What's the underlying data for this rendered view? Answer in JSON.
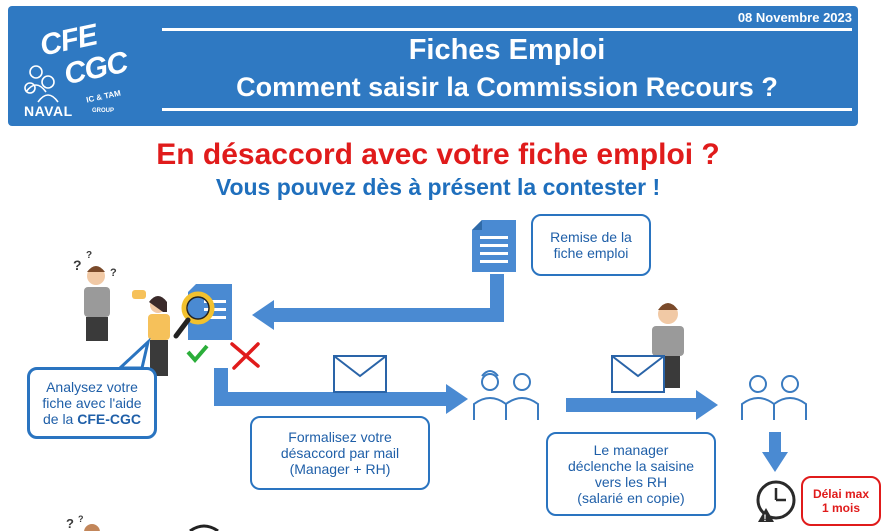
{
  "header": {
    "date": "08 Novembre 2023",
    "title_line1": "Fiches Emploi",
    "title_line2": "Comment saisir la Commission Recours ?",
    "logo": {
      "line1": "CFE",
      "line2": "CGC",
      "ictam": "IC & TAM",
      "naval": "NAVAL",
      "group": "GROUP"
    }
  },
  "headline": "En désaccord avec votre fiche emploi ?",
  "subheadline": "Vous pouvez dès à présent la contester !",
  "steps": {
    "remise": {
      "line1": "Remise de la",
      "line2": "fiche emploi"
    },
    "analyse": {
      "line1": "Analysez votre",
      "line2": "fiche avec l'aide",
      "line3_prefix": "de la ",
      "line3_bold": "CFE-CGC"
    },
    "formalisez": {
      "line1": "Formalisez votre",
      "line2": "désaccord par mail",
      "line3": "(Manager + RH)"
    },
    "manager": {
      "line1": "Le manager",
      "line2": "déclenche la saisine",
      "line3": "vers les RH",
      "line4": "(salarié en copie)"
    },
    "delai": {
      "line1": "Délai max",
      "line2": "1 mois"
    }
  },
  "colors": {
    "header_blue": "#2f79c2",
    "arrow_blue": "#4a8ad2",
    "red": "#e01b1b",
    "text_blue": "#1f6fbd",
    "check_green": "#2bae3a"
  }
}
